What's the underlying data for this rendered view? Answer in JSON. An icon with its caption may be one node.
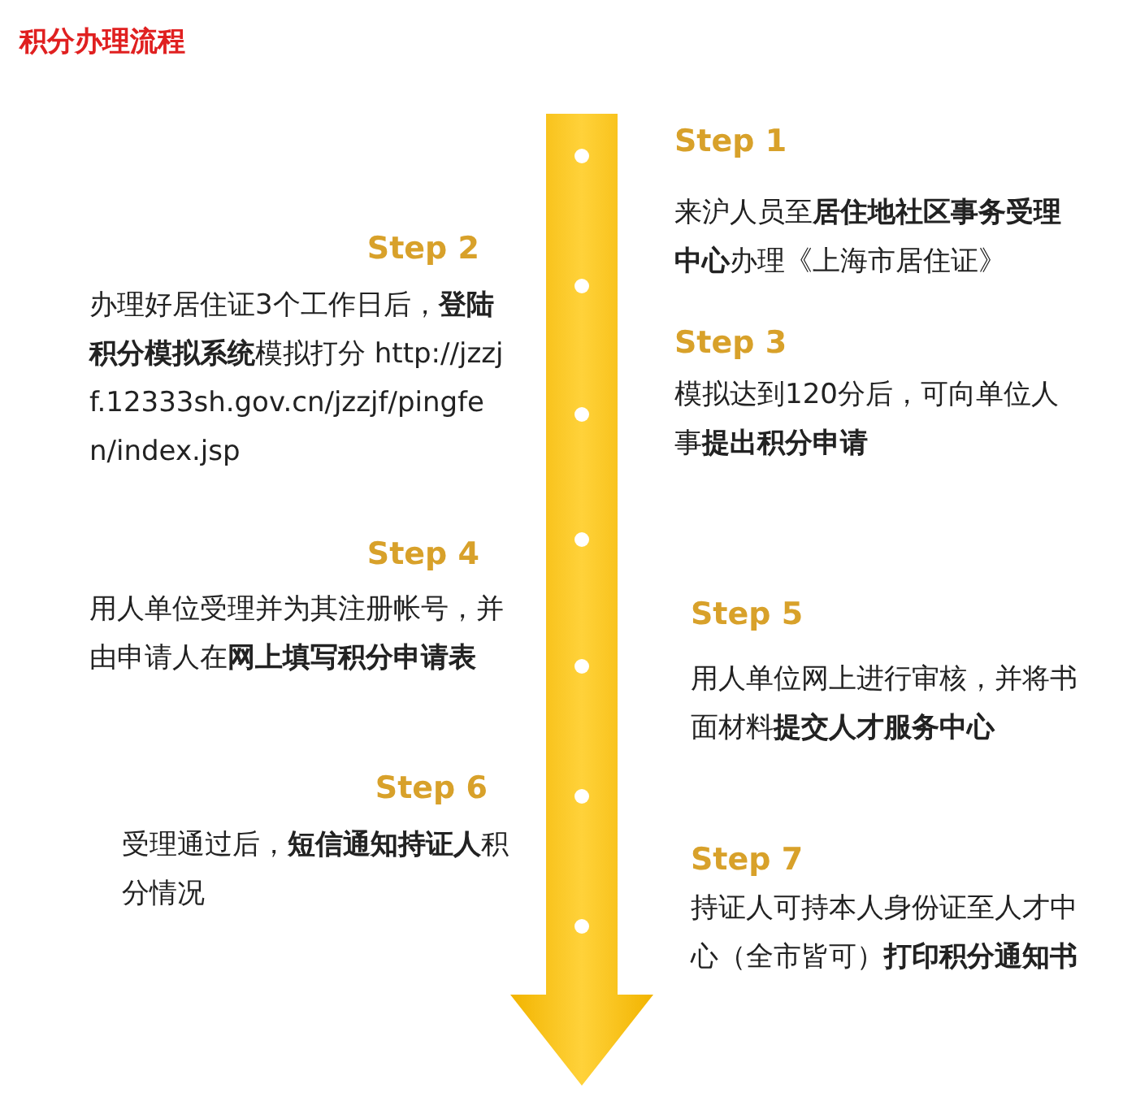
{
  "diagram": {
    "title": "积分办理流程",
    "labels": [
      "Step 1",
      "来沪人员至**居住地社区事务受理中心**办理《上海市居住证》",
      "Step 2",
      "办理好居住证3个工作日后，**登陆积分模拟系统**模拟打分 http://jzzjf.12333sh.gov.cn/jzzjf/pingfen/index.jsp",
      "Step 3",
      "模拟达到120分后，可向单位人事**提出积分申请**",
      "Step 4",
      "用人单位受理并为其注册帐号，并由申请人在**网上填写积分申请表**",
      "Step 5",
      "用人单位网上进行审核，并将书面材料**提交人才服务中心**",
      "Step 6",
      "受理通过后，**短信通知持证人**积分情况",
      "Step 7",
      "持证人可持本人身份证至人才中心（全市皆可）**打印积分通知书**"
    ]
  }
}
